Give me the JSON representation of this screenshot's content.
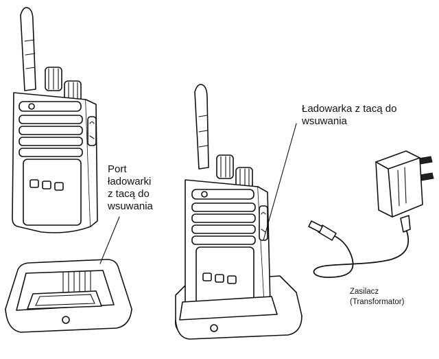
{
  "labels": {
    "port": "Port\nładowarki\nz tacą do\nwsuwania",
    "charger": "Ładowarka z tacą do\nwsuwania",
    "power_supply": "Zasilacz\n(Transformator)"
  },
  "icons": [
    "two-way-radio-icon",
    "charging-tray-icon",
    "power-adapter-icon"
  ]
}
